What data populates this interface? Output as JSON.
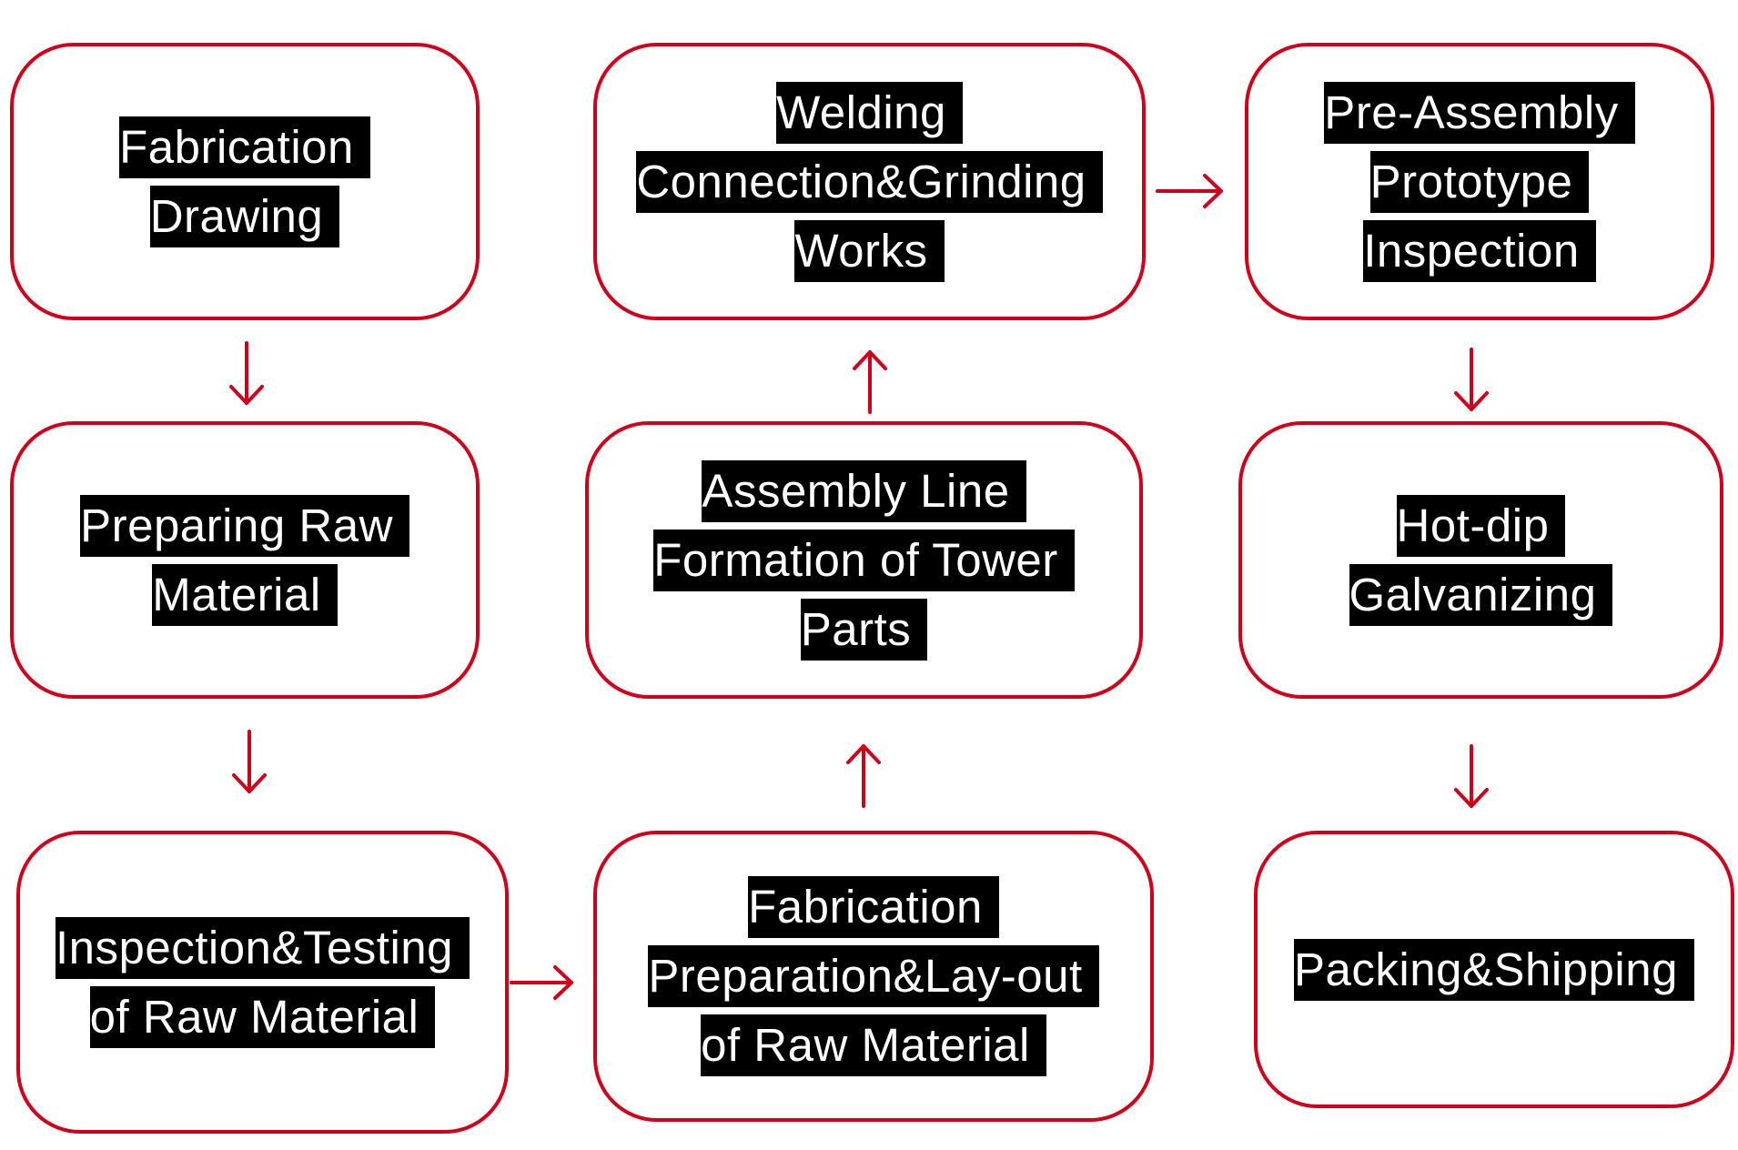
{
  "colors": {
    "box_border": "#d0021b",
    "arrow": "#d0021b",
    "label_background": "#000000",
    "label_text": "#ffffff"
  },
  "steps": [
    {
      "id": "fabrication-drawing",
      "lines": [
        "Fabrication",
        "Drawing"
      ]
    },
    {
      "id": "preparing-raw-material",
      "lines": [
        "Preparing Raw",
        "Material"
      ]
    },
    {
      "id": "inspection-testing",
      "lines": [
        "Inspection&Testing",
        "of Raw Material"
      ]
    },
    {
      "id": "fabrication-preparation",
      "lines": [
        "Fabrication",
        "Preparation&Lay-out",
        "of Raw Material"
      ]
    },
    {
      "id": "assembly-line",
      "lines": [
        "Assembly Line",
        "Formation of Tower",
        "Parts"
      ]
    },
    {
      "id": "welding",
      "lines": [
        "Welding",
        "Connection&Grinding",
        "Works"
      ]
    },
    {
      "id": "pre-assembly",
      "lines": [
        "Pre-Assembly",
        "Prototype",
        "Inspection"
      ]
    },
    {
      "id": "hot-dip",
      "lines": [
        "Hot-dip",
        "Galvanizing"
      ]
    },
    {
      "id": "packing-shipping",
      "lines": [
        "Packing&Shipping"
      ]
    }
  ],
  "arrows": [
    {
      "from": "fabrication-drawing",
      "to": "preparing-raw-material",
      "direction": "down"
    },
    {
      "from": "preparing-raw-material",
      "to": "inspection-testing",
      "direction": "down"
    },
    {
      "from": "inspection-testing",
      "to": "fabrication-preparation",
      "direction": "right"
    },
    {
      "from": "fabrication-preparation",
      "to": "assembly-line",
      "direction": "up"
    },
    {
      "from": "assembly-line",
      "to": "welding",
      "direction": "up"
    },
    {
      "from": "welding",
      "to": "pre-assembly",
      "direction": "right"
    },
    {
      "from": "pre-assembly",
      "to": "hot-dip",
      "direction": "down"
    },
    {
      "from": "hot-dip",
      "to": "packing-shipping",
      "direction": "down"
    }
  ]
}
